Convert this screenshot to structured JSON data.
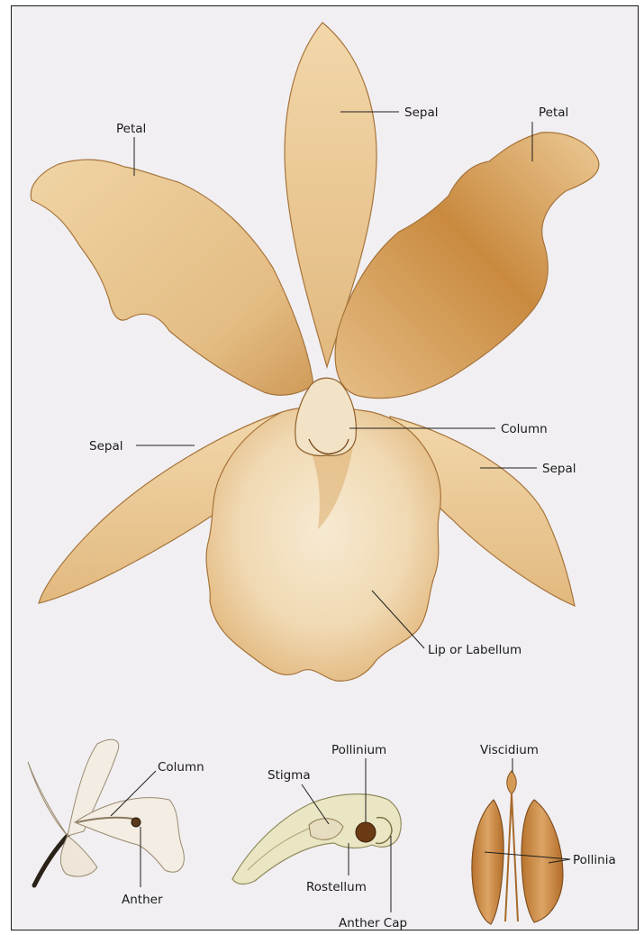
{
  "labels": {
    "petal_left": "Petal",
    "sepal_top": "Sepal",
    "petal_right": "Petal",
    "sepal_left": "Sepal",
    "column_main": "Column",
    "sepal_right": "Sepal",
    "lip": "Lip or Labellum",
    "column_detail": "Column",
    "anther": "Anther",
    "stigma": "Stigma",
    "pollinium": "Pollinium",
    "rostellum": "Rostellum",
    "anther_cap": "Anther Cap",
    "viscidium": "Viscidium",
    "pollinia": "Pollinia"
  },
  "colors": {
    "background": "#f1eff2",
    "petal_fill": "#e8c58f",
    "petal_shade": "#c98a3f",
    "lip_fill": "#f2dfc0",
    "outline": "#9b6a32"
  }
}
